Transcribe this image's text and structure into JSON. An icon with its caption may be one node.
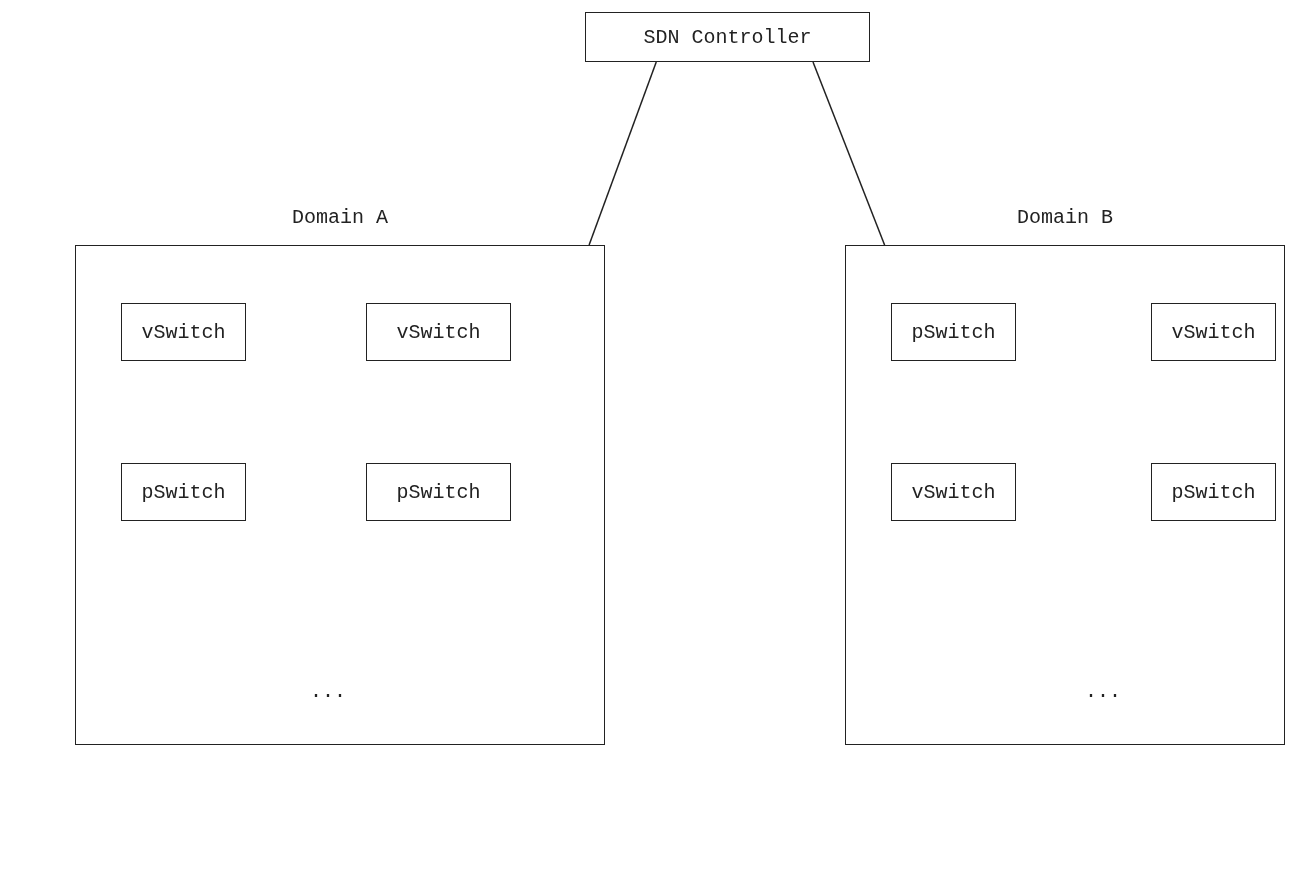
{
  "diagram": {
    "nodes": [
      {
        "text": [
          "SDN Controller"
        ]
      },
      {
        "text": [
          "Domain A"
        ]
      },
      {
        "text": [
          "vSwitch"
        ],
        "in": 1
      },
      {
        "text": [
          "vSwitch"
        ],
        "in": 1
      },
      {
        "text": [
          "pSwitch"
        ],
        "in": 1
      },
      {
        "text": [
          "pSwitch"
        ],
        "in": 1
      },
      {
        "text": [
          "Domain B"
        ]
      },
      {
        "text": [
          "pSwitch"
        ],
        "in": 6
      },
      {
        "text": [
          "vSwitch"
        ],
        "in": 6
      },
      {
        "text": [
          "vSwitch"
        ],
        "in": 6
      },
      {
        "text": [
          "pSwitch"
        ],
        "in": 6
      }
    ],
    "edges": [
      {
        "from": 0,
        "to": 1,
        "arrow": "none"
      },
      {
        "from": 0,
        "to": 6,
        "arrow": "none"
      }
    ],
    "labels": [
      "...",
      "..."
    ]
  }
}
